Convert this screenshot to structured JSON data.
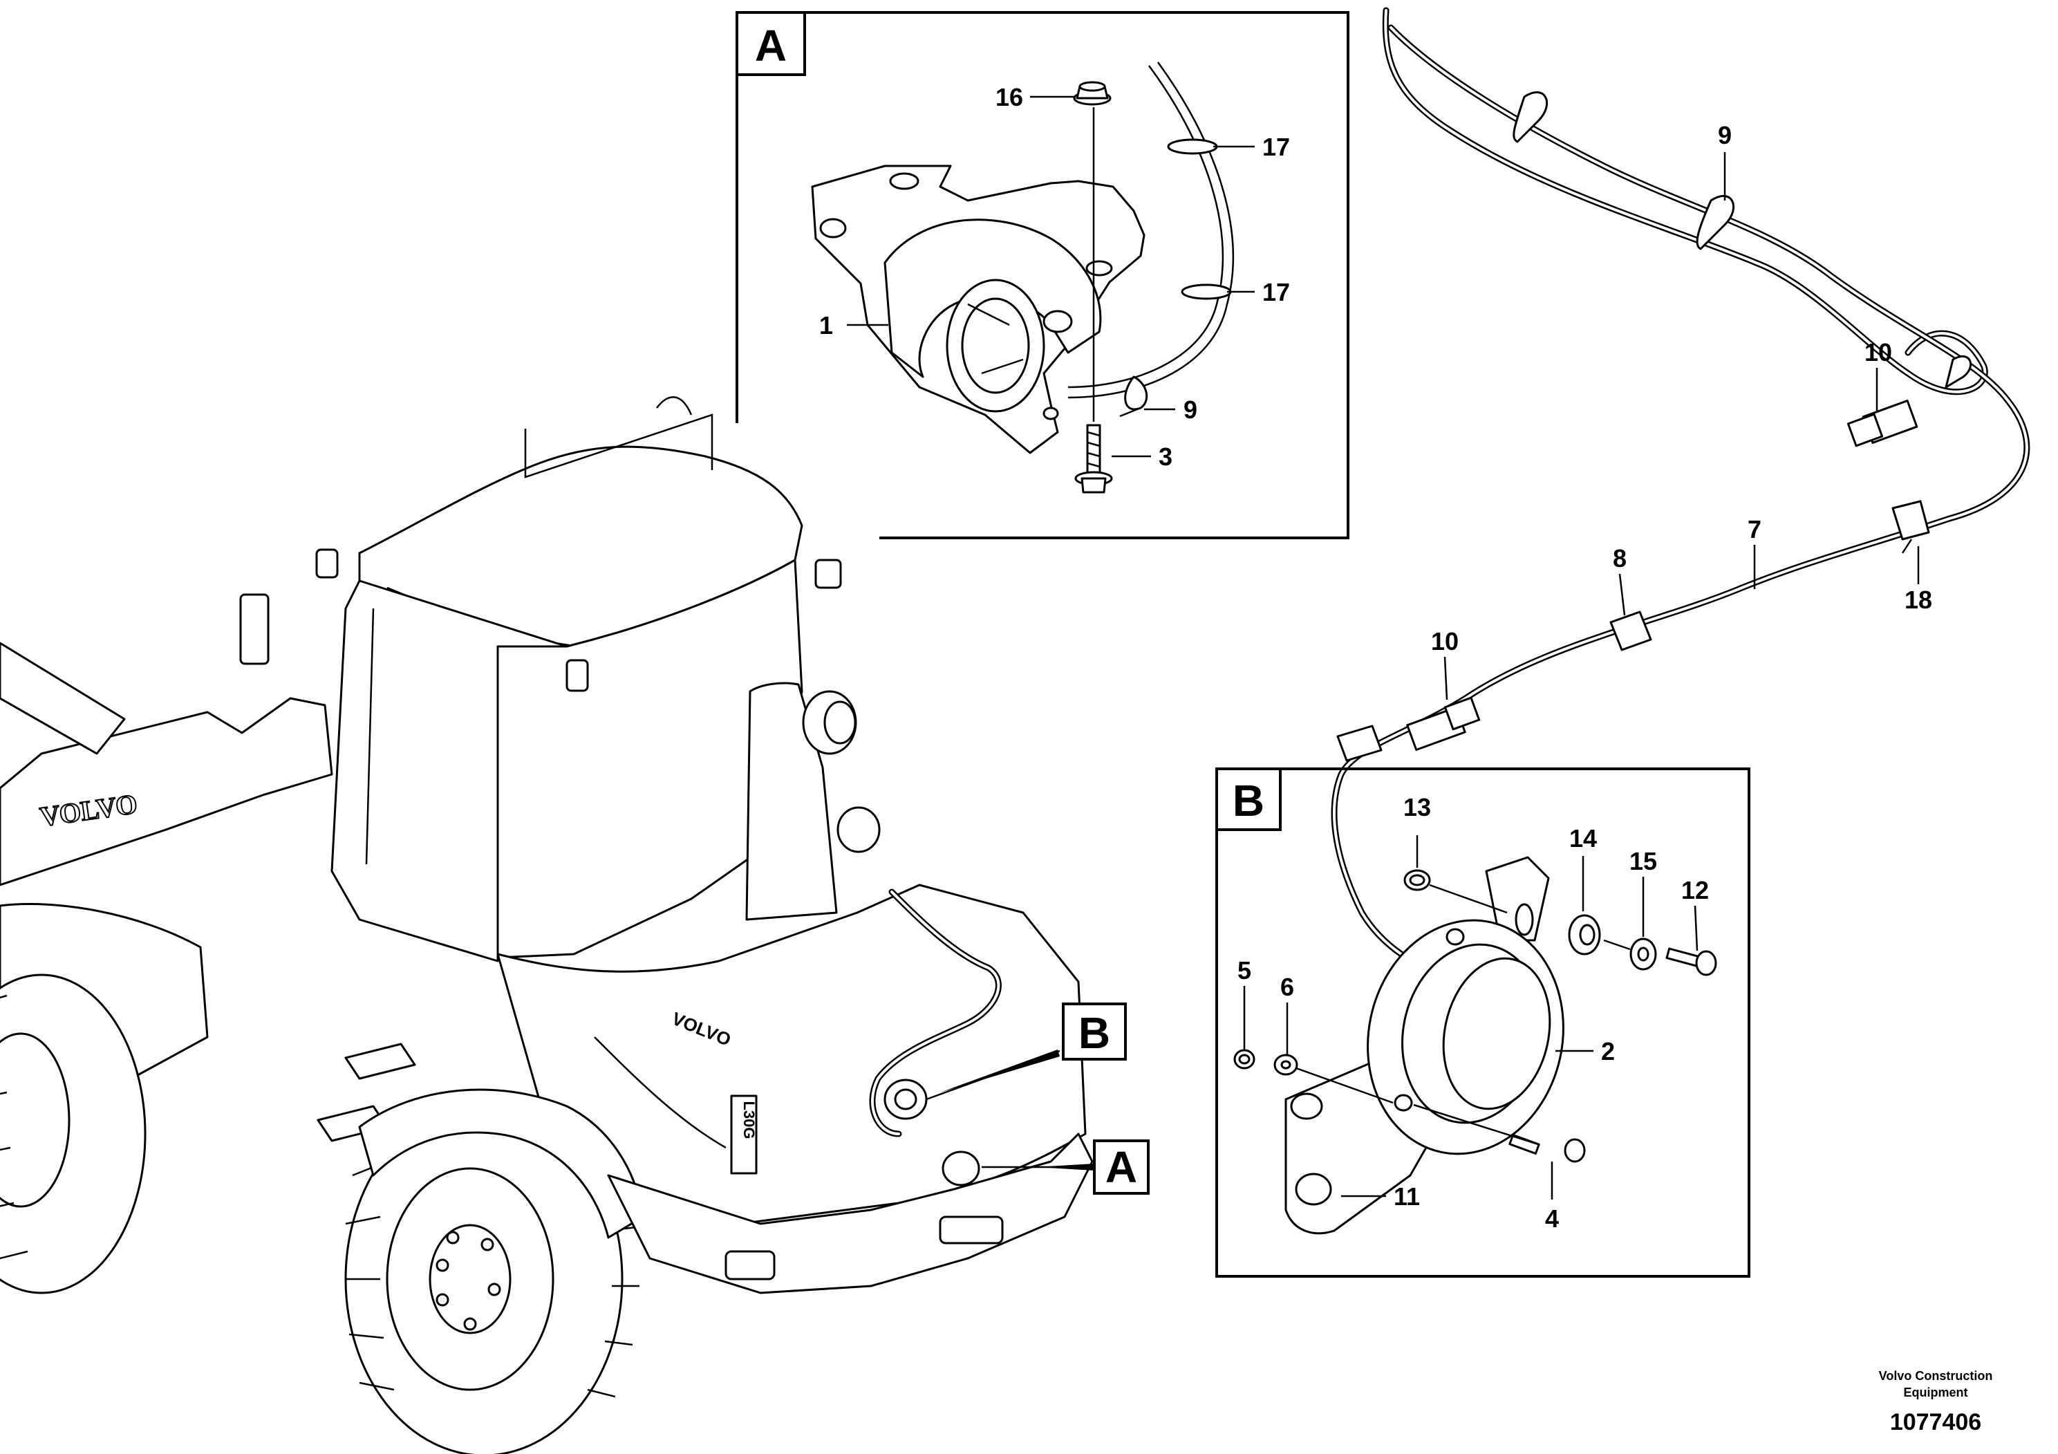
{
  "detail_A": {
    "tag": "A"
  },
  "detail_B": {
    "tag": "B"
  },
  "machine": {
    "callout_A": "A",
    "callout_B": "B",
    "brand_text": "VOLVO",
    "model_text": "L30G"
  },
  "parts": {
    "p1": "1",
    "p2": "2",
    "p3": "3",
    "p4": "4",
    "p5": "5",
    "p6": "6",
    "p7": "7",
    "p8": "8",
    "p9_a": "9",
    "p9_b": "9",
    "p10_a": "10",
    "p10_b": "10",
    "p11": "11",
    "p12": "12",
    "p13": "13",
    "p14": "14",
    "p15": "15",
    "p16": "16",
    "p17_a": "17",
    "p17_b": "17",
    "p18": "18"
  },
  "footer": {
    "company_line1": "Volvo Construction",
    "company_line2": "Equipment",
    "drawing_number": "1077406"
  }
}
